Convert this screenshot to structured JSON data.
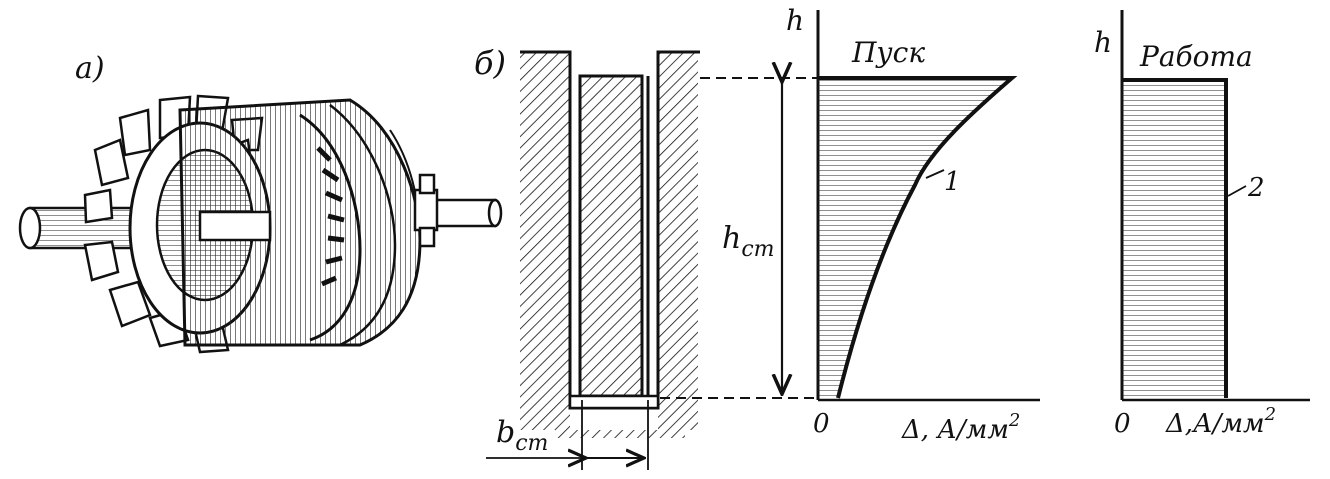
{
  "panel_a": {
    "label": "а)"
  },
  "panel_b": {
    "label": "б)",
    "slot_height_label": "h",
    "slot_height_sub": "ст",
    "slot_width_label": "b",
    "slot_width_sub": "ст"
  },
  "chart_start": {
    "title": "Пуск",
    "y_axis_label": "h",
    "origin_label": "0",
    "x_axis_label": "Δ, А/мм",
    "x_axis_unit_power": "2",
    "curve_label": "1"
  },
  "chart_run": {
    "title": "Работа",
    "y_axis_label": "h",
    "origin_label": "0",
    "x_axis_label": "Δ,А/мм",
    "x_axis_unit_power": "2",
    "curve_label": "2"
  },
  "colors": {
    "ink": "#111111",
    "paper": "#ffffff"
  }
}
